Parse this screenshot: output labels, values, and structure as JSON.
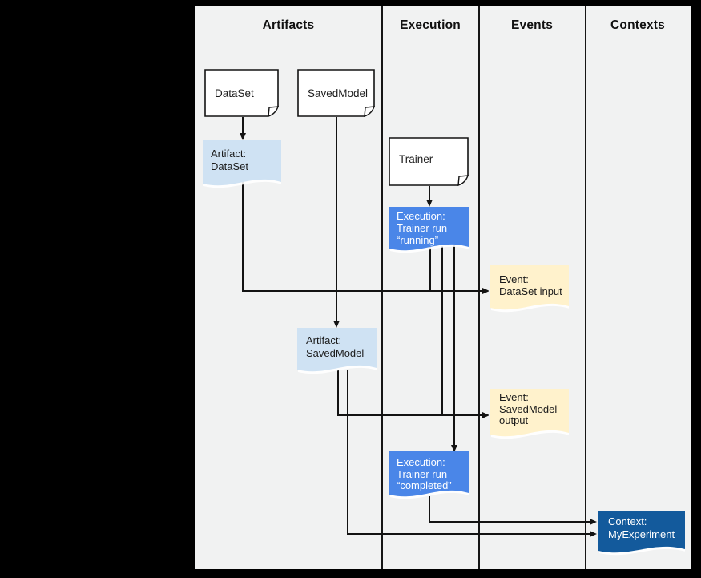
{
  "columns": [
    {
      "id": "artifacts",
      "label": "Artifacts"
    },
    {
      "id": "execution",
      "label": "Execution"
    },
    {
      "id": "events",
      "label": "Events"
    },
    {
      "id": "contexts",
      "label": "Contexts"
    }
  ],
  "nodes": {
    "dataset": {
      "label": "DataSet"
    },
    "savedmodel": {
      "label": "SavedModel"
    },
    "trainer": {
      "label": "Trainer"
    },
    "artifact_dataset": {
      "lines": [
        "Artifact:",
        "DataSet"
      ]
    },
    "execution_running": {
      "lines": [
        "Execution:",
        "Trainer run",
        "“running”"
      ]
    },
    "event_dataset_input": {
      "lines": [
        "Event:",
        "DataSet input"
      ]
    },
    "artifact_savedmodel": {
      "lines": [
        "Artifact:",
        "SavedModel"
      ]
    },
    "event_savedmodel_output": {
      "lines": [
        "Event:",
        "SavedModel",
        "output"
      ]
    },
    "execution_completed": {
      "lines": [
        "Execution:",
        "Trainer run",
        "“completed”"
      ]
    },
    "context_myexperiment": {
      "lines": [
        "Context:",
        "MyExperiment"
      ]
    }
  },
  "colors": {
    "page_background": "#000000",
    "diagram_background": "#f1f2f2",
    "document_fill": "#ffffff",
    "artifact_fill": "#cfe2f3",
    "execution_fill": "#4a86e8",
    "event_fill": "#fff2cc",
    "context_fill": "#135a9c",
    "line": "#131313"
  }
}
